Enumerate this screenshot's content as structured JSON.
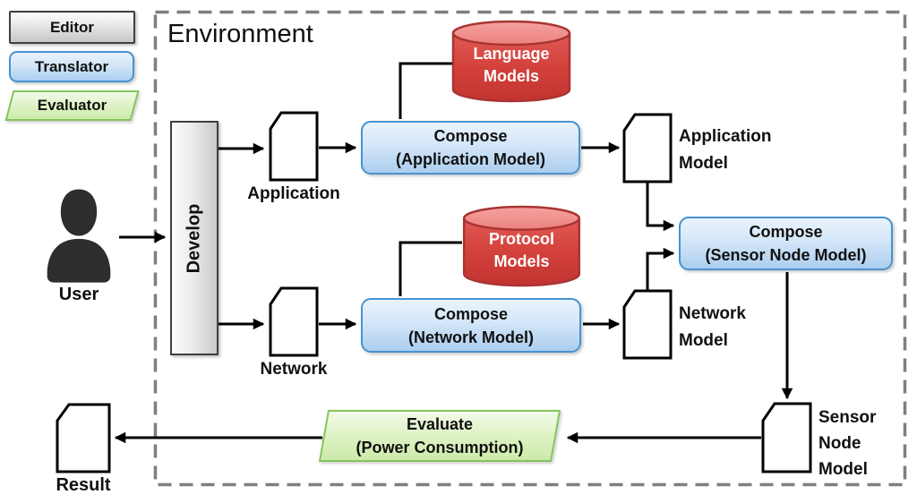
{
  "legend": {
    "editor": "Editor",
    "translator": "Translator",
    "evaluator": "Evaluator"
  },
  "environment": {
    "title": "Environment"
  },
  "actors": {
    "user": "User"
  },
  "nodes": {
    "develop": "Develop",
    "application_doc": "Application",
    "network_doc": "Network",
    "compose_application": {
      "line1": "Compose",
      "line2": "(Application Model)"
    },
    "compose_network": {
      "line1": "Compose",
      "line2": "(Network Model)"
    },
    "compose_sensor": {
      "line1": "Compose",
      "line2": "(Sensor Node Model)"
    },
    "language_models": {
      "line1": "Language",
      "line2": "Models"
    },
    "protocol_models": {
      "line1": "Protocol",
      "line2": "Models"
    },
    "application_model_doc": {
      "line1": "Application",
      "line2": "Model"
    },
    "network_model_doc": {
      "line1": "Network",
      "line2": "Model"
    },
    "sensor_node_model_doc": {
      "line1": "Sensor",
      "line2": "Node",
      "line3": "Model"
    },
    "evaluate": {
      "line1": "Evaluate",
      "line2": "(Power Consumption)"
    },
    "result_doc": "Result"
  },
  "colors": {
    "editor_gray_border": "#3f3f3f",
    "translator_blue_border": "#4693d1",
    "evaluator_green_border": "#84c45c",
    "database_red": "#d04540",
    "database_red_light": "#ef8f8d",
    "environment_dash": "#7f7f7f",
    "arrow_black": "#000000",
    "user_silhouette": "#2d2d2d"
  }
}
